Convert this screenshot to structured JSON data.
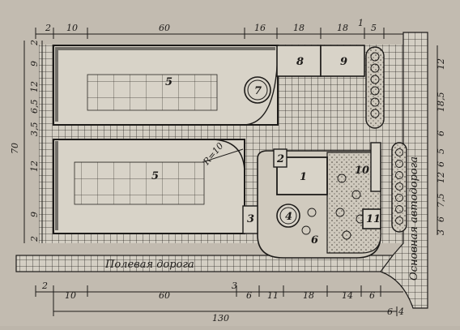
{
  "diagram": {
    "top_dims": [
      "2",
      "10",
      "60",
      "16",
      "18",
      "18",
      "1",
      "5"
    ],
    "bottom_dims": [
      "2",
      "10",
      "60",
      "3",
      "6",
      "11",
      "18",
      "14",
      "6"
    ],
    "total_width": "130",
    "corner_dims": [
      "6",
      "4"
    ],
    "total_height": "70",
    "left_dims": [
      "2",
      "9",
      "12",
      "6,5",
      "3,5",
      "12",
      "9",
      "2"
    ],
    "right_dims": [
      "12",
      "18,5",
      "6",
      "5",
      "6",
      "12",
      "7,5",
      "6",
      "3"
    ],
    "radius": "R=10",
    "labels": {
      "n1": "1",
      "n2": "2",
      "n3": "3",
      "n4": "4",
      "n5a": "5",
      "n5b": "5",
      "n6": "6",
      "n7": "7",
      "n8": "8",
      "n9": "9",
      "n10": "10",
      "n11": "11"
    },
    "field_road": "Полевая дорога",
    "main_road": "Основная автодорога"
  }
}
